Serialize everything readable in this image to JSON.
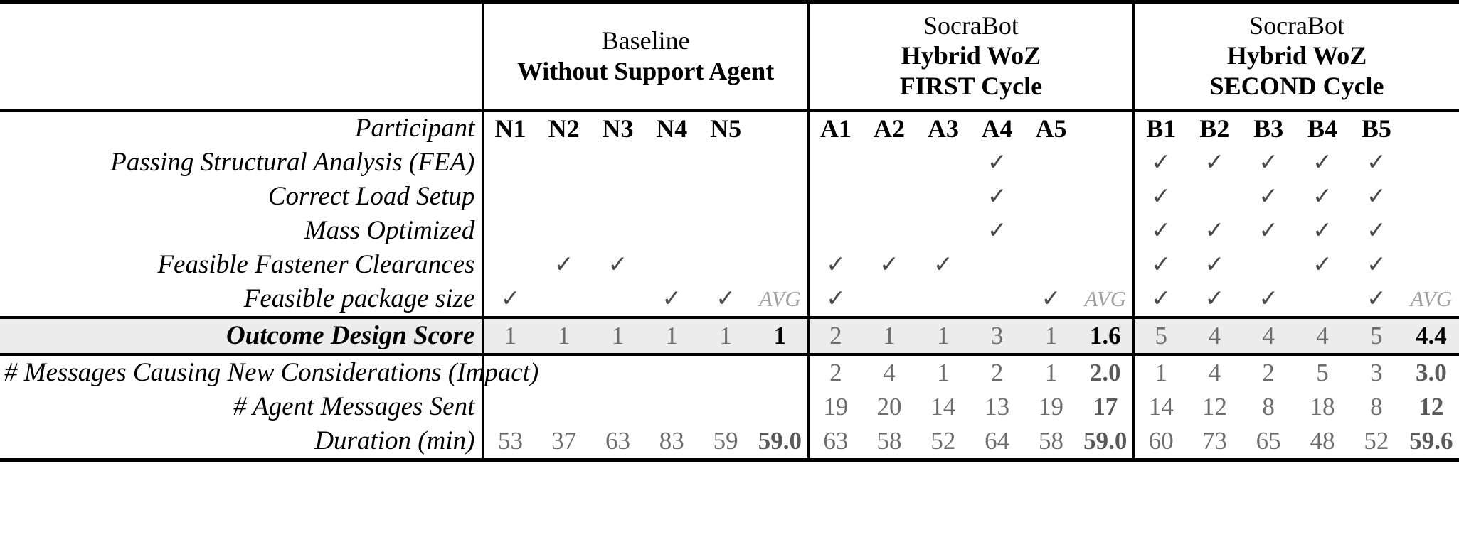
{
  "table": {
    "groups": [
      {
        "id": "baseline",
        "line1": "Baseline",
        "line2": "Without Support Agent",
        "line3": ""
      },
      {
        "id": "first",
        "line1": "SocraBot",
        "line2": "Hybrid WoZ",
        "line3": "FIRST Cycle"
      },
      {
        "id": "second",
        "line1": "SocraBot",
        "line2": "Hybrid WoZ",
        "line3": "SECOND Cycle"
      }
    ],
    "avg_label": "AVG",
    "check_glyph": "✓",
    "colors": {
      "rule": "#000000",
      "check": "#4a4a4a",
      "value": "#6d6d6d",
      "avg_label": "#a0a0a0",
      "score_row_background": "#ececec"
    },
    "rows": [
      {
        "label": "Participant",
        "kind": "participant",
        "baseline": [
          "N1",
          "N2",
          "N3",
          "N4",
          "N5"
        ],
        "first": [
          "A1",
          "A2",
          "A3",
          "A4",
          "A5"
        ],
        "second": [
          "B1",
          "B2",
          "B3",
          "B4",
          "B5"
        ],
        "avg_baseline": "",
        "avg_first": "",
        "avg_second": ""
      },
      {
        "label": "Passing Structural Analysis (FEA)",
        "kind": "check",
        "baseline": [
          "",
          "",
          "",
          "",
          ""
        ],
        "first": [
          "",
          "",
          "",
          "✓",
          ""
        ],
        "second": [
          "✓",
          "✓",
          "✓",
          "✓",
          "✓"
        ],
        "avg_baseline": "",
        "avg_first": "",
        "avg_second": ""
      },
      {
        "label": "Correct Load Setup",
        "kind": "check",
        "baseline": [
          "",
          "",
          "",
          "",
          ""
        ],
        "first": [
          "",
          "",
          "",
          "✓",
          ""
        ],
        "second": [
          "✓",
          "",
          "✓",
          "✓",
          "✓"
        ],
        "avg_baseline": "",
        "avg_first": "",
        "avg_second": ""
      },
      {
        "label": "Mass Optimized",
        "kind": "check",
        "baseline": [
          "",
          "",
          "",
          "",
          ""
        ],
        "first": [
          "",
          "",
          "",
          "✓",
          ""
        ],
        "second": [
          "✓",
          "✓",
          "✓",
          "✓",
          "✓"
        ],
        "avg_baseline": "",
        "avg_first": "",
        "avg_second": ""
      },
      {
        "label": "Feasible Fastener Clearances",
        "kind": "check",
        "baseline": [
          "",
          "✓",
          "✓",
          "",
          ""
        ],
        "first": [
          "✓",
          "✓",
          "✓",
          "",
          ""
        ],
        "second": [
          "✓",
          "✓",
          "",
          "✓",
          "✓"
        ],
        "avg_baseline": "",
        "avg_first": "",
        "avg_second": ""
      },
      {
        "label": "Feasible package size",
        "kind": "check",
        "baseline": [
          "✓",
          "",
          "",
          "✓",
          "✓"
        ],
        "first": [
          "✓",
          "",
          "",
          "",
          "✓"
        ],
        "second": [
          "✓",
          "✓",
          "✓",
          "",
          "✓"
        ],
        "avg_baseline": "AVG",
        "avg_first": "AVG",
        "avg_second": "AVG",
        "avg_is_label": true
      },
      {
        "label": "Outcome Design Score",
        "kind": "score",
        "baseline": [
          "1",
          "1",
          "1",
          "1",
          "1"
        ],
        "first": [
          "2",
          "1",
          "1",
          "3",
          "1"
        ],
        "second": [
          "5",
          "4",
          "4",
          "4",
          "5"
        ],
        "avg_baseline": "1",
        "avg_first": "1.6",
        "avg_second": "4.4"
      },
      {
        "label": "# Messages Causing New Considerations (Impact)",
        "kind": "num",
        "baseline": [
          "",
          "",
          "",
          "",
          ""
        ],
        "first": [
          "2",
          "4",
          "1",
          "2",
          "1"
        ],
        "second": [
          "1",
          "4",
          "2",
          "5",
          "3"
        ],
        "avg_baseline": "",
        "avg_first": "2.0",
        "avg_second": "3.0"
      },
      {
        "label": "# Agent Messages Sent",
        "kind": "num",
        "baseline": [
          "",
          "",
          "",
          "",
          ""
        ],
        "first": [
          "19",
          "20",
          "14",
          "13",
          "19"
        ],
        "second": [
          "14",
          "12",
          "8",
          "18",
          "8"
        ],
        "avg_baseline": "",
        "avg_first": "17",
        "avg_second": "12"
      },
      {
        "label": "Duration (min)",
        "kind": "num",
        "baseline": [
          "53",
          "37",
          "63",
          "83",
          "59"
        ],
        "first": [
          "63",
          "58",
          "52",
          "64",
          "58"
        ],
        "second": [
          "60",
          "73",
          "65",
          "48",
          "52"
        ],
        "avg_baseline": "59.0",
        "avg_first": "59.0",
        "avg_second": "59.6"
      }
    ]
  }
}
